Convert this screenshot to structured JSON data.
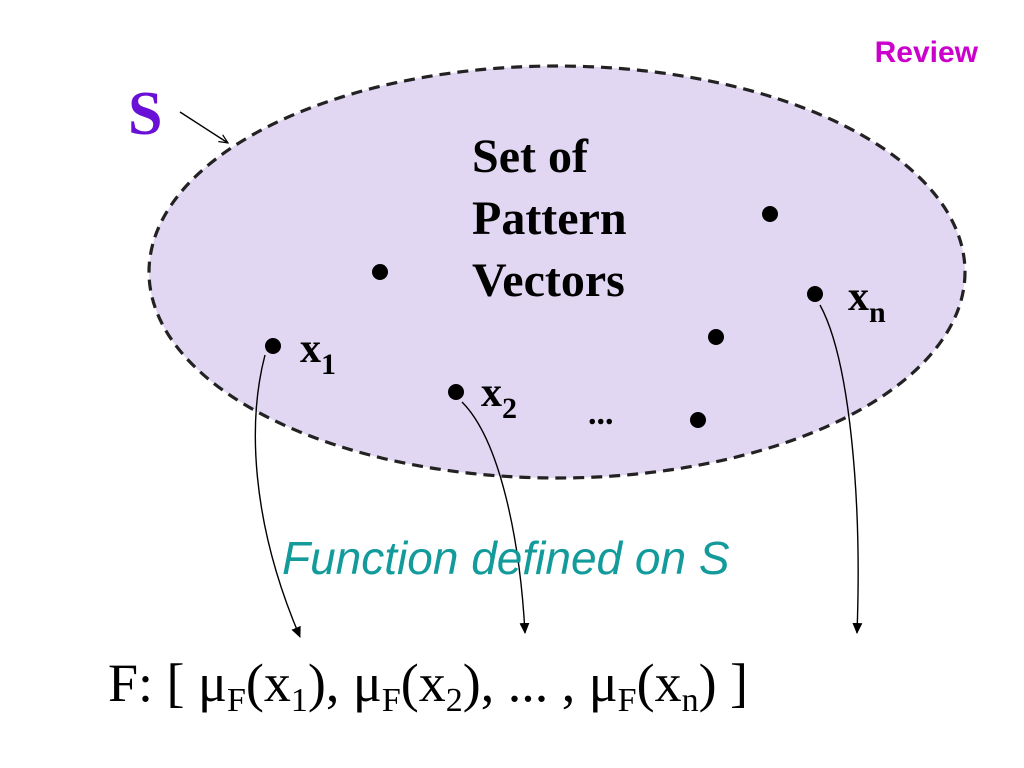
{
  "header": {
    "review_label": "Review",
    "set_symbol": "S"
  },
  "set": {
    "title_lines": [
      "Set of",
      "Pattern",
      "Vectors"
    ],
    "fill_color": "#e2d7f2",
    "border_color": "#222222",
    "points": [
      {
        "name": "x",
        "sub": "1"
      },
      {
        "name": "x",
        "sub": "2"
      },
      {
        "name": "x",
        "sub": "n"
      }
    ],
    "ellipsis": "..."
  },
  "function_label": "Function defined on S",
  "formula": {
    "prefix": "F: [ ",
    "mu": "μ",
    "mu_sub": "F",
    "open_paren": "(x",
    "sub1": "1",
    "close_comma": "), ",
    "sub2": "2",
    "middle_ellipsis": ", ... , ",
    "subn": "n",
    "close": ") ]"
  },
  "colors": {
    "review": "#cc00cc",
    "set_symbol": "#6a0fd6",
    "function_label": "#139b9b",
    "text": "#000000"
  }
}
